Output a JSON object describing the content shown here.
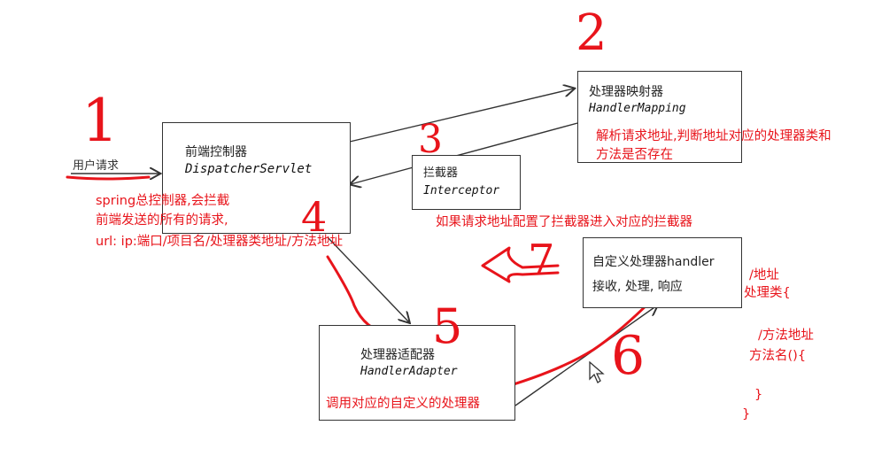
{
  "diagram": {
    "user_request": "用户请求",
    "dispatcher": {
      "cn": "前端控制器",
      "en": "DispatcherServlet"
    },
    "mapping": {
      "cn": "处理器映射器",
      "en": "HandlerMapping"
    },
    "interceptor": {
      "cn": "拦截器",
      "en": "Interceptor"
    },
    "adapter": {
      "cn": "处理器适配器",
      "en": "HandlerAdapter"
    },
    "handler": {
      "cn": "自定义处理器handler",
      "sub": "接收, 处理, 响应"
    }
  },
  "annotations": {
    "dispatcher_note": [
      "spring总控制器,会拦截",
      "前端发送的所有的请求,",
      "url: ip:端口/项目名/处理器类地址/方法地址"
    ],
    "mapping_note": [
      "解析请求地址,判断地址对应的处理器类和",
      "方法是否存在"
    ],
    "interceptor_note": "如果请求地址配置了拦截器进入对应的拦截器",
    "adapter_note": "调用对应的自定义的处理器",
    "code_note": [
      "/地址",
      "处理类{",
      "/方法地址",
      "方法名(){",
      "}",
      "}"
    ]
  },
  "step_numbers": [
    "1",
    "2",
    "3",
    "4",
    "5",
    "6",
    "7"
  ],
  "colors": {
    "annotation": "#e8141b",
    "box_border": "#333333"
  },
  "icons": [
    "mouse-cursor-icon"
  ]
}
